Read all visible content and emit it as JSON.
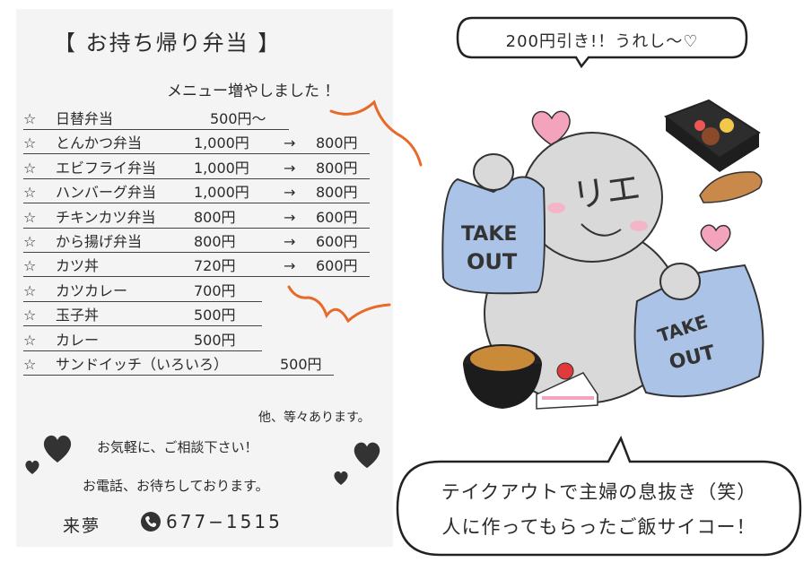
{
  "flyer": {
    "title": "【 お持ち帰り弁当 】",
    "subtitle": "メニュー増やしました ！",
    "menu": [
      {
        "star": "☆",
        "name": "日替弁当",
        "price": "500円～",
        "arrow": "",
        "new_price": ""
      },
      {
        "star": "☆",
        "name": "とんかつ弁当",
        "price": "1,000円",
        "arrow": "→",
        "new_price": "800円"
      },
      {
        "star": "☆",
        "name": "エビフライ弁当",
        "price": "1,000円",
        "arrow": "→",
        "new_price": "800円"
      },
      {
        "star": "☆",
        "name": "ハンバーグ弁当",
        "price": "1,000円",
        "arrow": "→",
        "new_price": "800円"
      },
      {
        "star": "☆",
        "name": "チキンカツ弁当",
        "price": "800円",
        "arrow": "→",
        "new_price": "600円"
      },
      {
        "star": "☆",
        "name": "から揚げ弁当",
        "price": "800円",
        "arrow": "→",
        "new_price": "600円"
      },
      {
        "star": "☆",
        "name": "カツ丼",
        "price": "720円",
        "arrow": "→",
        "new_price": "600円"
      },
      {
        "star": "☆",
        "name": "カツカレー",
        "price": "700円",
        "arrow": "",
        "new_price": ""
      },
      {
        "star": "☆",
        "name": "玉子丼",
        "price": "500円",
        "arrow": "",
        "new_price": ""
      },
      {
        "star": "☆",
        "name": "カレー",
        "price": "500円",
        "arrow": "",
        "new_price": ""
      },
      {
        "star": "☆",
        "name": "サンドイッチ（いろいろ）",
        "price": "500円",
        "arrow": "",
        "new_price": ""
      }
    ],
    "etc": "他、等々あります。",
    "message1": "お気軽に、ご相談下さい！",
    "message2": "お電話、お待ちしております。",
    "shop_name": "来夢",
    "phone": "677−1515"
  },
  "bubble_top": "200円引き!！うれし～♡",
  "bubble_bottom": {
    "line1": "テイクアウトで主婦の息抜き（笑）",
    "line2": "人に作ってもらったご飯サイコー！"
  },
  "illustration": {
    "face_text": "リエ",
    "bag_text_1": "TAKE",
    "bag_text_2": "OUT"
  },
  "colors": {
    "heart_pink": "#f4a3bd",
    "bag_blue": "#aac3e6",
    "figure_gray": "#d9d9da",
    "accent_orange": "#e86a2a"
  }
}
